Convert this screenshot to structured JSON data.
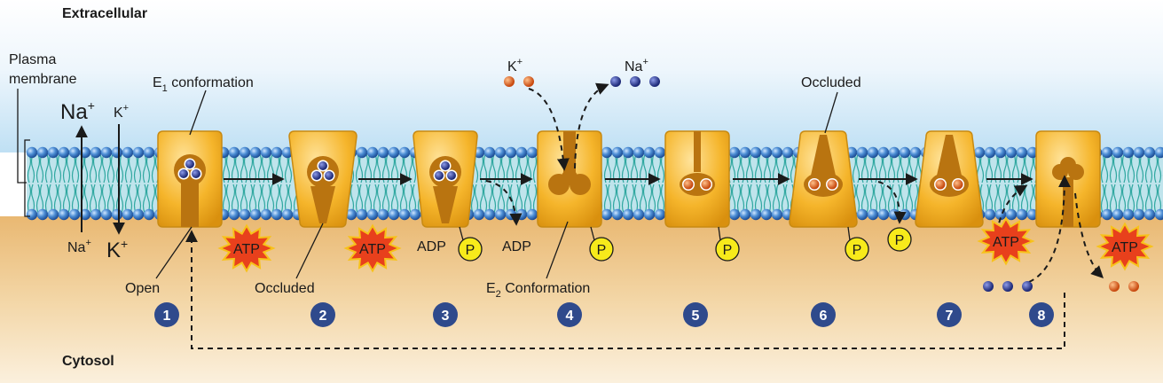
{
  "regions": {
    "top": "Extracellular",
    "bottom": "Cytosol"
  },
  "membrane_label": [
    "Plasma",
    "membrane"
  ],
  "ion_legend": {
    "na_top": "Na",
    "k_top": "K",
    "na_bottom": "Na",
    "k_bottom": "K",
    "charge": "+"
  },
  "annotations": {
    "e1_prefix": "E",
    "e1_sub": "1",
    "e1_rest": " conformation",
    "e2_prefix": "E",
    "e2_sub": "2",
    "e2_rest": " Conformation",
    "open": "Open",
    "occluded_bottom": "Occluded",
    "occluded_top": "Occluded",
    "k_in": "K",
    "na_out": "Na",
    "plus": "+"
  },
  "molecules": {
    "atp": "ATP",
    "adp": "ADP",
    "phosphate": "P"
  },
  "steps": [
    "1",
    "2",
    "3",
    "4",
    "5",
    "6",
    "7",
    "8"
  ],
  "colors": {
    "pump": "#F2AE1E",
    "na_ion": "#2E3A8C",
    "k_ion": "#E1651E",
    "step_badge": "#2F4A8C",
    "atp_burst": "#E8401C",
    "phosphate": "#F7EA1B"
  }
}
